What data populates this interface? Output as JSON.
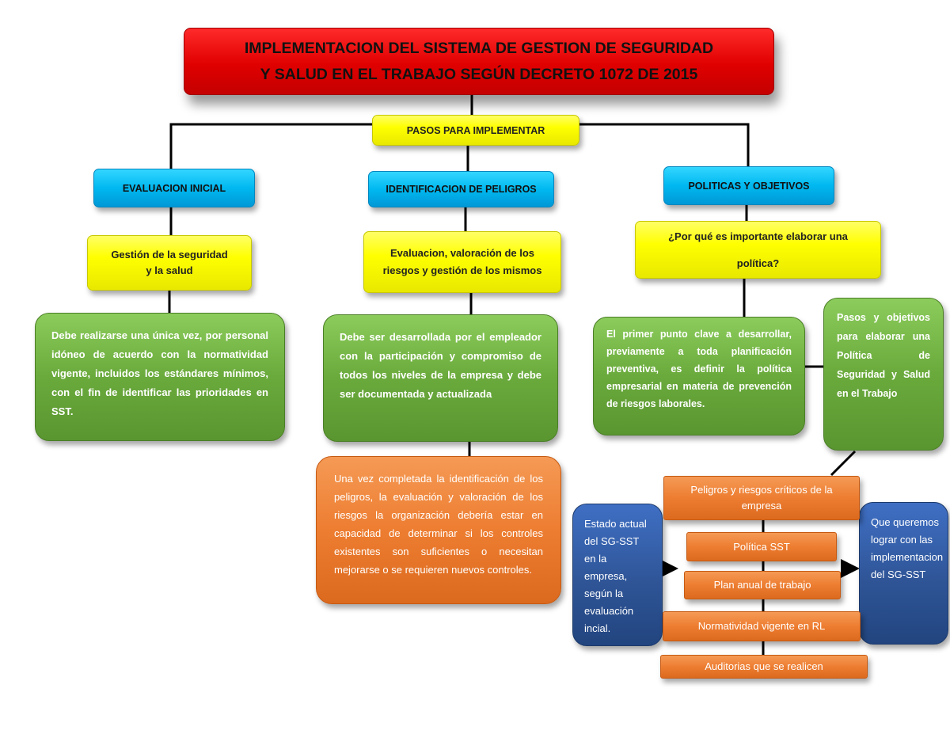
{
  "title": {
    "line1": "IMPLEMENTACION DEL SISTEMA DE GESTION DE SEGURIDAD",
    "line2": "Y SALUD EN EL TRABAJO SEGÚN DECRETO 1072 DE 2015"
  },
  "pasos": "PASOS PARA   IMPLEMENTAR",
  "columns": {
    "evaluacion": {
      "heading": "EVALUACION INICIAL",
      "sub_line1": "Gestión de  la seguridad",
      "sub_line2": "y la salud",
      "detail": "Debe realizarse una única vez, por personal idóneo de acuerdo con la normatividad vigente, incluidos los estándares mínimos, con el fin de identificar las prioridades en SST."
    },
    "identificacion": {
      "heading": "IDENTIFICACION DE PELIGROS",
      "sub_line1": "Evaluacion, valoración  de los",
      "sub_line2": "riesgos y gestión de los mismos",
      "detail": "Debe ser desarrollada por el empleador con la participación y compromiso de todos los niveles de la empresa  y debe ser documentada y actualizada",
      "followup": "Una vez completada la identificación de los peligros, la evaluación y valoración de los riesgos la organización debería estar en capacidad de determinar si los controles existentes son suficientes o necesitan mejorarse o se requieren nuevos controles."
    },
    "politicas": {
      "heading": "POLITICAS Y OBJETIVOS",
      "sub_line1": "¿Por qué es importante elaborar una",
      "sub_line2": "política?",
      "detail": "El primer punto clave a desarrollar, previamente a toda planificación preventiva, es definir la política empresarial en materia de prevención de riesgos laborales.",
      "pasos_objetivos": "Pasos y objetivos para elaborar una Política de Seguridad y Salud en el Trabajo"
    }
  },
  "process": {
    "estado": "Estado actual del SG-SST en la empresa, según la evaluación incial.",
    "items": [
      "Peligros  y riesgos  críticos de la empresa",
      "Política SST",
      "Plan  anual de trabajo",
      "Normatividad vigente  en RL",
      "Auditorias que se realicen"
    ],
    "lograr": "Que queremos lograr con las implementacion del SG-SST"
  }
}
